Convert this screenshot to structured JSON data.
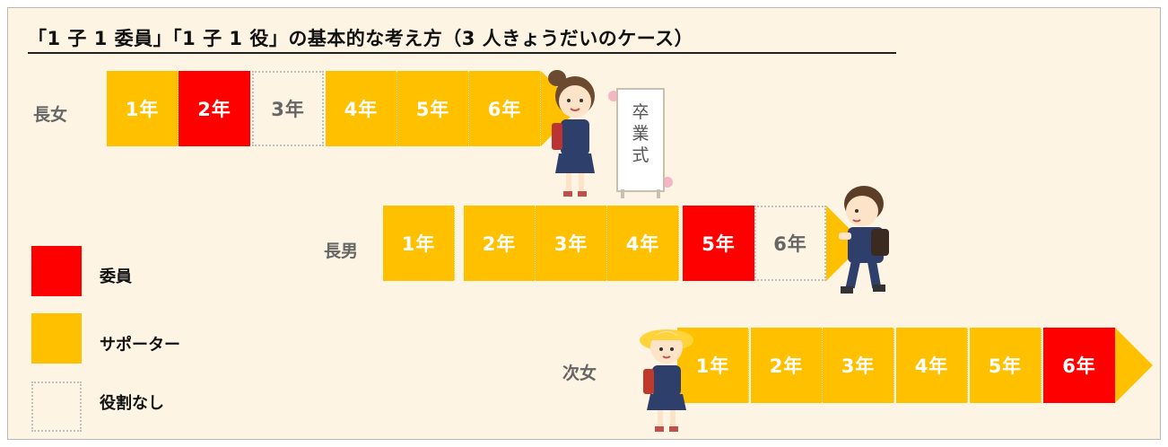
{
  "title": "「1 子 1 委員」「1 子 1 役」の基本的な考え方（3 人きょうだいのケース）",
  "rows": [
    {
      "label": "長女",
      "cells": [
        {
          "text": "1年",
          "role": "supporter"
        },
        {
          "text": "2年",
          "role": "committee"
        },
        {
          "text": "3年",
          "role": "none"
        },
        {
          "text": "4年",
          "role": "supporter"
        },
        {
          "text": "5年",
          "role": "supporter"
        },
        {
          "text": "6年",
          "role": "supporter"
        }
      ]
    },
    {
      "label": "長男",
      "cells": [
        {
          "text": "1年",
          "role": "supporter"
        },
        {
          "text": "2年",
          "role": "supporter"
        },
        {
          "text": "3年",
          "role": "supporter"
        },
        {
          "text": "4年",
          "role": "supporter"
        },
        {
          "text": "5年",
          "role": "committee"
        },
        {
          "text": "6年",
          "role": "none"
        }
      ]
    },
    {
      "label": "次女",
      "cells": [
        {
          "text": "1年",
          "role": "supporter"
        },
        {
          "text": "2年",
          "role": "supporter"
        },
        {
          "text": "3年",
          "role": "supporter"
        },
        {
          "text": "4年",
          "role": "supporter"
        },
        {
          "text": "5年",
          "role": "supporter"
        },
        {
          "text": "6年",
          "role": "committee"
        }
      ]
    }
  ],
  "legend": [
    {
      "label": "委員",
      "role": "committee"
    },
    {
      "label": "サポーター",
      "role": "supporter"
    },
    {
      "label": "役割なし",
      "role": "none"
    }
  ],
  "sign_text": "卒業式",
  "colors": {
    "committee": "#ff0000",
    "supporter": "#ffc000",
    "background": "#fdf4e3"
  },
  "icons": [
    "graduating-girl-illustration",
    "boy-illustration",
    "first-grade-girl-illustration",
    "graduation-sign-illustration"
  ]
}
